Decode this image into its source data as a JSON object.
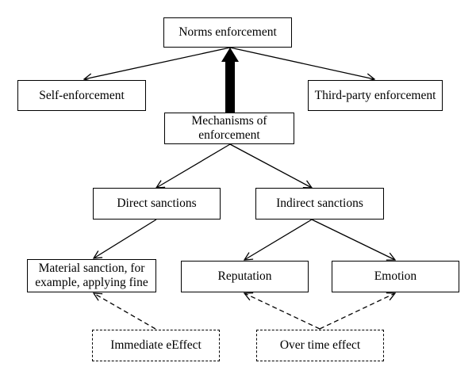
{
  "diagram": {
    "nodes": {
      "norms_enforcement": "Norms enforcement",
      "self_enforcement": "Self-enforcement",
      "third_party_enforcement": "Third-party enforcement",
      "mechanisms_of_enforcement": "Mechanisms of\nenforcement",
      "direct_sanctions": "Direct sanctions",
      "indirect_sanctions": "Indirect sanctions",
      "material_sanction": "Material sanction, for\nexample, applying fine",
      "reputation": "Reputation",
      "emotion": "Emotion",
      "immediate_effect": "Immediate eEffect",
      "over_time_effect": "Over time effect"
    }
  }
}
